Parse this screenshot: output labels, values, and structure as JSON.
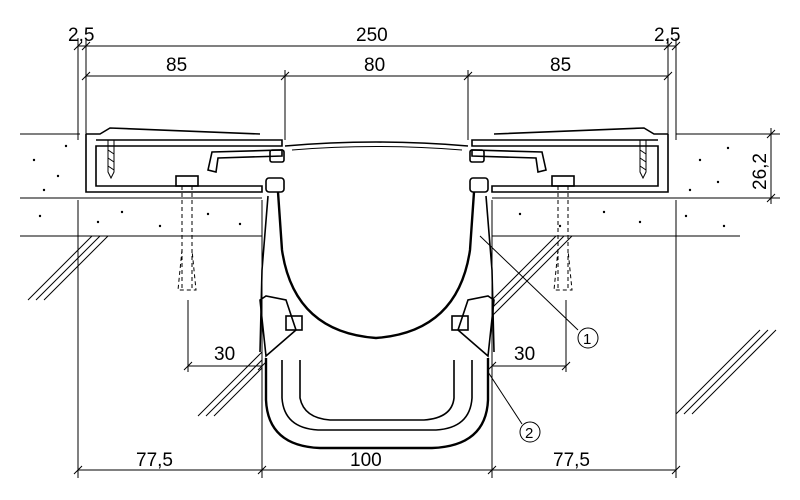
{
  "dimensions": {
    "top_edge_left": "2,5",
    "top_overall": "250",
    "top_edge_right": "2,5",
    "mid_left": "85",
    "mid_center": "80",
    "mid_right": "85",
    "height_right": "26,2",
    "anchor_left": "30",
    "anchor_right": "30",
    "bottom_left": "77,5",
    "bottom_center": "100",
    "bottom_right": "77,5"
  },
  "callouts": {
    "item_1": "1",
    "item_2": "2"
  }
}
